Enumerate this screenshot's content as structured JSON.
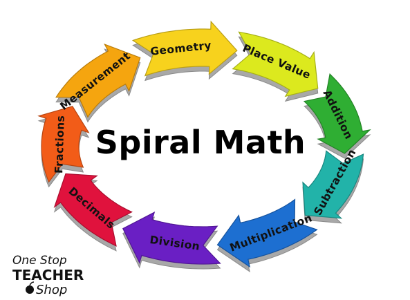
{
  "center_title": "Spiral Math",
  "segments": [
    {
      "label": "Place Value",
      "color": "#dce91e"
    },
    {
      "label": "Addition",
      "color": "#2fae33"
    },
    {
      "label": "Subtraction",
      "color": "#22b3a9"
    },
    {
      "label": "Multiplication",
      "color": "#1d6fd1"
    },
    {
      "label": "Division",
      "color": "#6a1fc4"
    },
    {
      "label": "Decimals",
      "color": "#e0123d"
    },
    {
      "label": "Fractions",
      "color": "#f25c18"
    },
    {
      "label": "Measurement",
      "color": "#f5a50f"
    },
    {
      "label": "Geometry",
      "color": "#f7d21d"
    }
  ],
  "logo": {
    "line1": "One Stop",
    "line2": "TEACHER",
    "line3": "Shop"
  }
}
